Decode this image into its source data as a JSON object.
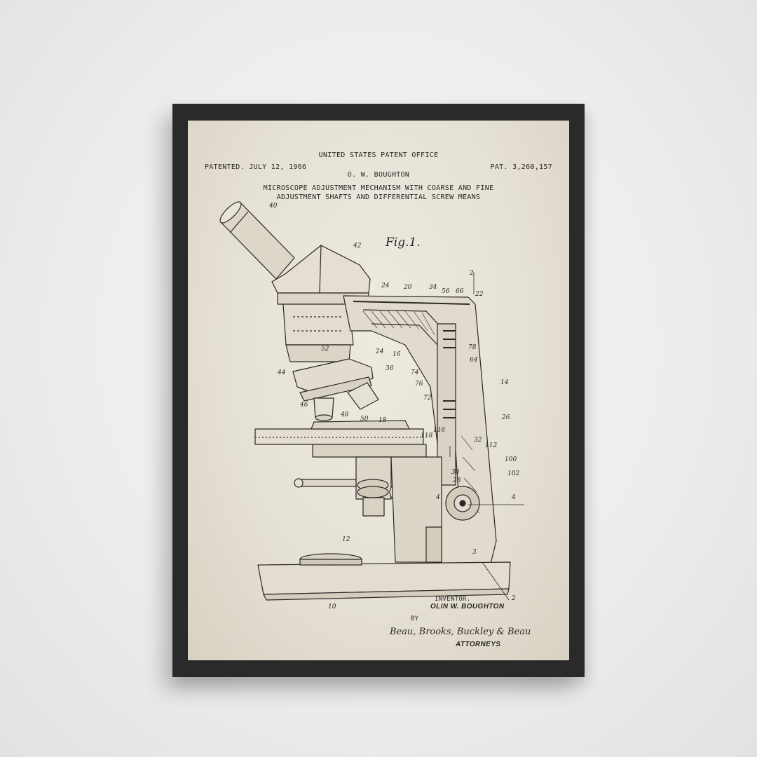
{
  "patent": {
    "office": "UNITED STATES PATENT OFFICE",
    "patented": "PATENTED. JULY 12, 1966",
    "number": "PAT. 3,260,157",
    "inventor_header": "O. W. BOUGHTON",
    "title_line1": "MICROSCOPE ADJUSTMENT MECHANISM WITH COARSE AND FINE",
    "title_line2": "ADJUSTMENT SHAFTS AND DIFFERENTIAL SCREW MEANS",
    "figure": "Fig.1.",
    "inventor_label": "INVENTOR.",
    "inventor_name": "OLIN W. BOUGHTON",
    "by": "BY",
    "signature": "Beau, Brooks, Buckley & Beau",
    "attorneys": "ATTORNEYS"
  },
  "labels": {
    "l40": "40",
    "l42": "42",
    "l24": "24",
    "l20": "20",
    "l34": "34",
    "l56": "56",
    "l66": "66",
    "l22": "22",
    "l2": "2",
    "l52": "52",
    "l16": "16",
    "l78": "78",
    "l64": "64",
    "l36": "36",
    "l74": "74",
    "l76": "76",
    "l44": "44",
    "l14": "14",
    "l72": "72",
    "l46": "46",
    "l48": "48",
    "l50": "50",
    "l18": "18",
    "l26": "26",
    "l116": "116",
    "l118": "118",
    "l32": "32",
    "l112": "112",
    "l100": "100",
    "l102": "102",
    "l30": "30",
    "l28": "28",
    "l4": "4",
    "l12": "12",
    "l3": "3",
    "l10": "10"
  },
  "colors": {
    "frame": "#2a2a2a",
    "paper": "#e6e1d5",
    "ink": "#2b2824"
  }
}
